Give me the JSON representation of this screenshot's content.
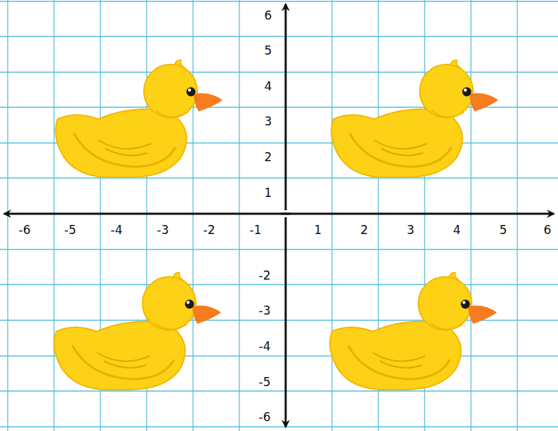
{
  "diagram": {
    "labels": [
      "6",
      "5",
      "4",
      "3",
      "2",
      "1",
      "-6",
      "-5",
      "-4",
      "-3",
      "-2",
      "-1",
      "1",
      "2",
      "3",
      "4",
      "5",
      "6",
      "-2",
      "-3",
      "-4",
      "-5",
      "-6"
    ]
  }
}
